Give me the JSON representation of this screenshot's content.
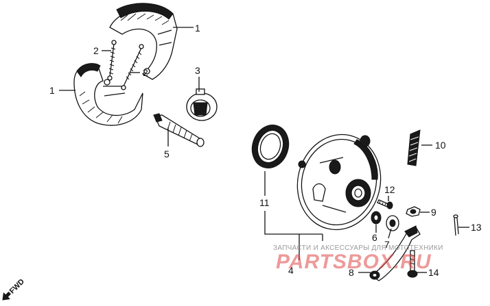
{
  "diagram": {
    "callouts": [
      {
        "key": "c1a",
        "text": "1"
      },
      {
        "key": "c1b",
        "text": "1"
      },
      {
        "key": "c2a",
        "text": "2"
      },
      {
        "key": "c2b",
        "text": "2"
      },
      {
        "key": "c3",
        "text": "3"
      },
      {
        "key": "c4",
        "text": "4"
      },
      {
        "key": "c5",
        "text": "5"
      },
      {
        "key": "c6",
        "text": "6"
      },
      {
        "key": "c7",
        "text": "7"
      },
      {
        "key": "c8",
        "text": "8"
      },
      {
        "key": "c9",
        "text": "9"
      },
      {
        "key": "c10",
        "text": "10"
      },
      {
        "key": "c11",
        "text": "11"
      },
      {
        "key": "c12",
        "text": "12"
      },
      {
        "key": "c13",
        "text": "13"
      },
      {
        "key": "c14",
        "text": "14"
      }
    ],
    "fwd_label": "FWD",
    "watermark": {
      "caption": "ЗАПЧАСТИ И АКСЕССУАРЫ ДЛЯ МОТОТЕХНИКИ",
      "logo_text": "PARTSBOX.RU"
    }
  }
}
